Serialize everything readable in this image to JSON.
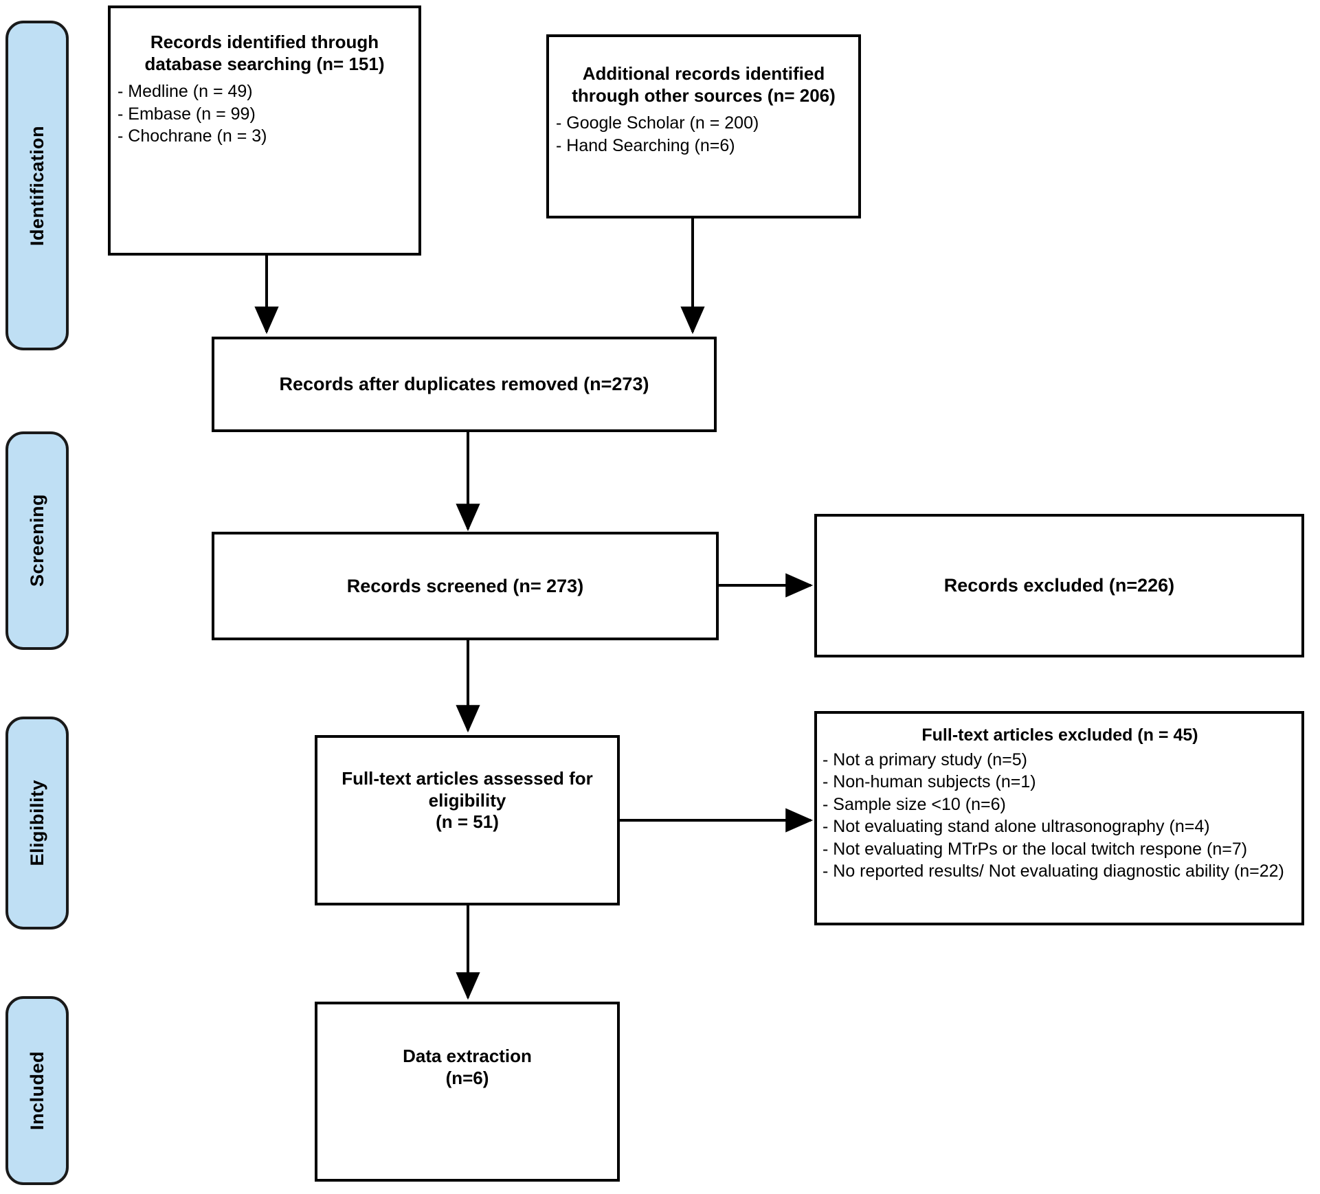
{
  "diagram": {
    "type": "prisma-flow-diagram",
    "phases": [
      {
        "id": "identification",
        "label": "Identification"
      },
      {
        "id": "screening",
        "label": "Screening"
      },
      {
        "id": "eligibility",
        "label": "Eligibility"
      },
      {
        "id": "included",
        "label": "Included"
      }
    ],
    "boxes": {
      "database_search": {
        "title_line1": "Records identified through",
        "title_line2": "database searching (n= 151)",
        "items": [
          "- Medline (n = 49)",
          "- Embase (n = 99)",
          "- Chochrane (n = 3)"
        ]
      },
      "other_sources": {
        "title_line1": "Additional records identified",
        "title_line2": "through other sources (n= 206)",
        "items": [
          "- Google Scholar (n = 200)",
          "- Hand Searching (n=6)"
        ]
      },
      "duplicates_removed": {
        "title": "Records after duplicates removed (n=273)"
      },
      "records_screened": {
        "title": "Records screened (n= 273)"
      },
      "records_excluded": {
        "title": "Records excluded (n=226)"
      },
      "fulltext_assessed": {
        "title_line1": "Full-text articles assessed for",
        "title_line2": "eligibility",
        "title_line3": "(n = 51)"
      },
      "fulltext_excluded": {
        "title": "Full-text articles excluded (n = 45)",
        "items": [
          "- Not a primary study (n=5)",
          "- Non-human subjects (n=1)",
          "- Sample size <10 (n=6)",
          "- Not evaluating stand alone ultrasonography (n=4)",
          "- Not evaluating MTrPs or the local twitch respone (n=7)",
          "- No reported results/ Not evaluating diagnostic ability (n=22)"
        ]
      },
      "data_extraction": {
        "title_line1": "Data extraction",
        "title_line2": "(n=6)"
      }
    },
    "colors": {
      "phase_tab_fill": "#bfdff4",
      "phase_tab_border": "#1a1a1a",
      "box_border": "#000000",
      "box_fill": "#ffffff",
      "connector": "#000000",
      "text": "#000000"
    }
  }
}
